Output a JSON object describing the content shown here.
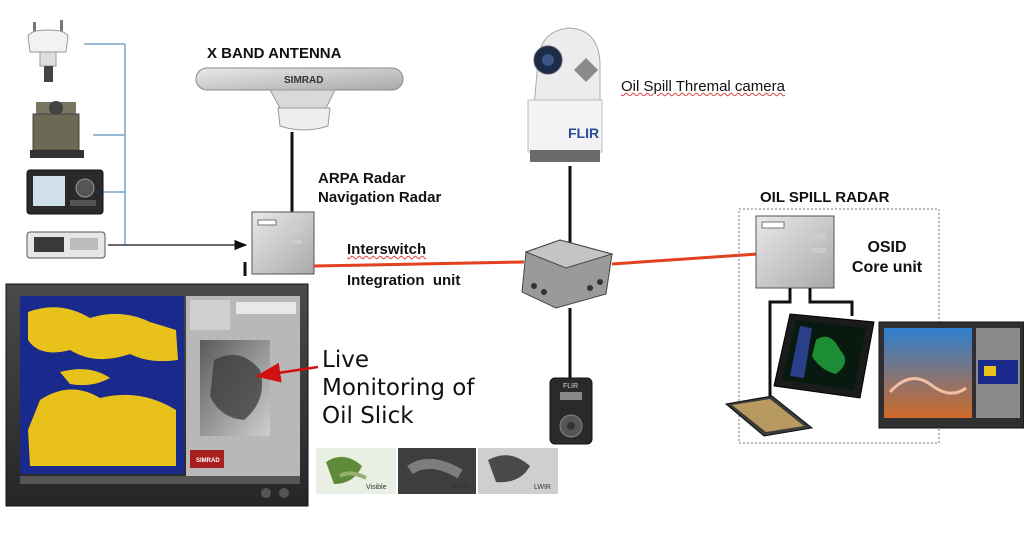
{
  "labels": {
    "x_band_antenna": "X BAND ANTENNA",
    "radome_brand": "SIMRAD",
    "thermal_camera": "Oil Spill Thremal camera",
    "camera_brand": "FLIR",
    "arpa_radar": "ARPA Radar",
    "navigation_radar": "Navigation Radar",
    "interswitch": "Interswitch",
    "integration_unit": "Integration  unit",
    "oil_spill_radar": "OIL SPILL RADAR",
    "osid": "OSID",
    "core_unit": "Core unit",
    "live_monitoring": [
      "Live",
      "Monitoring of",
      "Oil Slick"
    ],
    "display_brand": "SIMRAD",
    "keypad_brand": "FLIR"
  },
  "thumbnails": [
    {
      "caption": "Visible"
    },
    {
      "caption": "MWIR"
    },
    {
      "caption": "LWIR"
    }
  ],
  "colors": {
    "link_red": "#e2401f",
    "link_black": "#111111",
    "bus_blue": "#7aa4cc",
    "arrow_red": "#d01010",
    "map_water": "#1a2a8c",
    "map_land": "#e8c21a"
  }
}
